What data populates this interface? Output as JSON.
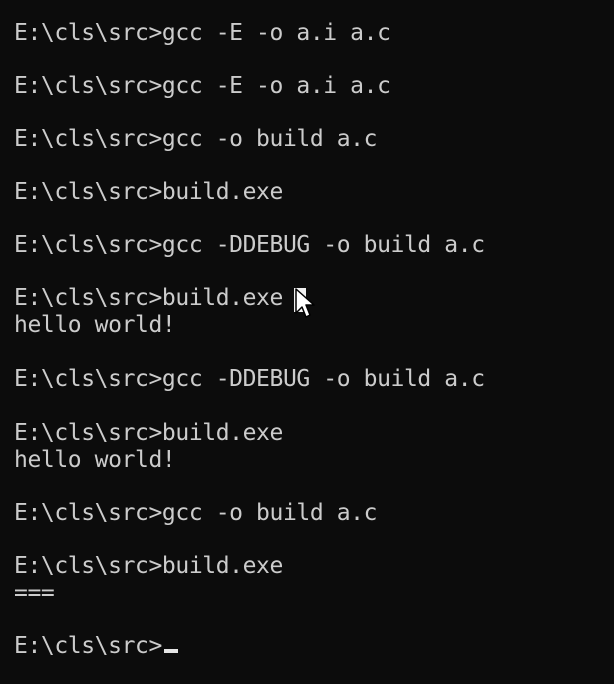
{
  "console": {
    "lines": [
      "E:\\cls\\src>gcc -E -o a.i a.c",
      "E:\\cls\\src>gcc -E -o a.i a.c",
      "E:\\cls\\src>gcc -o build a.c",
      "E:\\cls\\src>build.exe",
      "E:\\cls\\src>gcc -DDEBUG -o build a.c",
      "E:\\cls\\src>build.exe ",
      "hello world!",
      "E:\\cls\\src>gcc -DDEBUG -o build a.c",
      "E:\\cls\\src>build.exe",
      "hello world!",
      "E:\\cls\\src>gcc -o build a.c",
      "E:\\cls\\src>build.exe",
      "===",
      "E:\\cls\\src>"
    ]
  },
  "colors": {
    "background": "#0c0c0c",
    "text": "#cccccc",
    "cursor": "#e6e6e6"
  },
  "icons": {
    "mouse_pointer": "arrow-cursor-icon",
    "text_cursor": "underscore-cursor-icon"
  }
}
